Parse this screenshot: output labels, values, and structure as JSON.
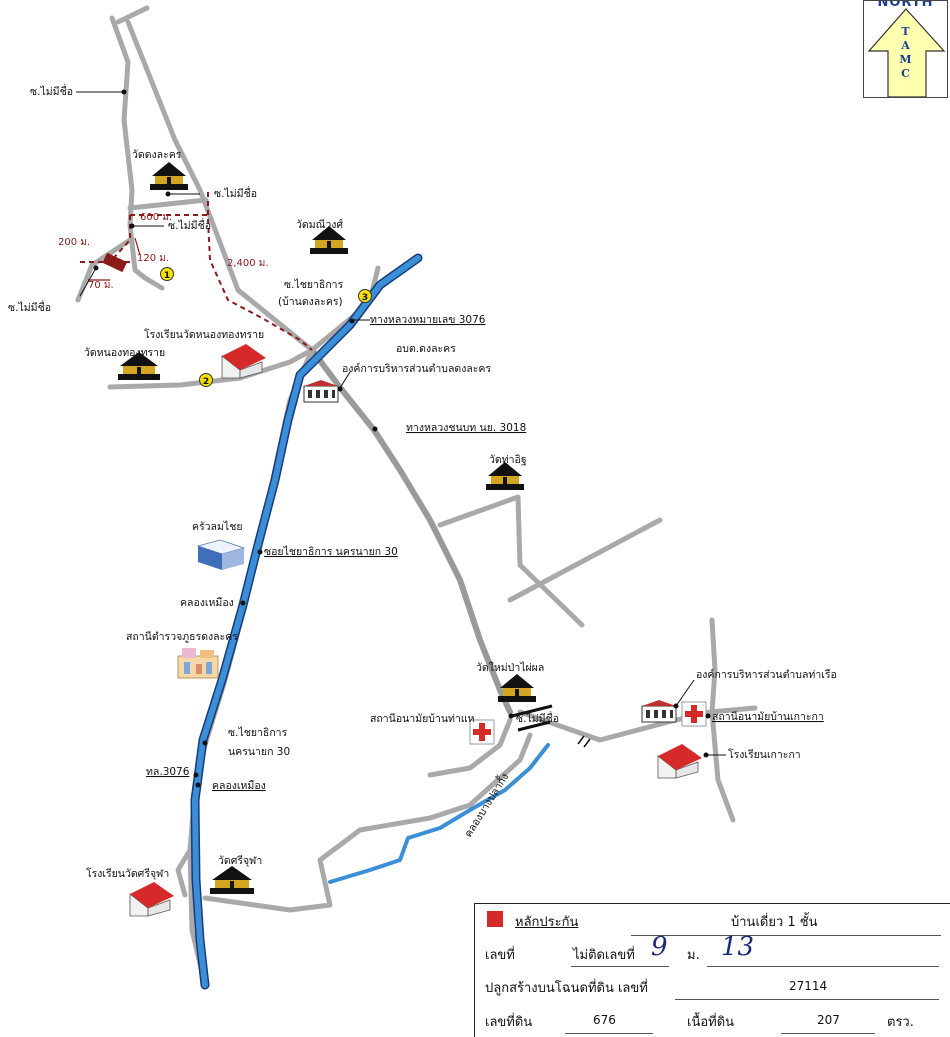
{
  "north_badge": {
    "text": "NORTH",
    "letters": [
      "T",
      "A",
      "M",
      "C"
    ]
  },
  "labels": {
    "soi_mai_mi_chue_top": "ซ.ไม่มีชื่อ",
    "wat_dong_lakhon": "วัดดงละคร",
    "soi_mai_mi_chue_2": "ซ.ไม่มีชื่อ",
    "soi_mai_mi_chue_3": "ซ.ไม่มีชื่อ",
    "soi_mai_mi_chue_left": "ซ.ไม่มีชื่อ",
    "wat_mani_wong": "วัดมณีวงศ์",
    "soi_chaiyathikan": "ซ.ไชยาธิการ",
    "ban_dong_lakhon": "(บ้านดงละคร)",
    "school_nong_thong_sai": "โรงเรียนวัดหนองทองทราย",
    "wat_nong_thong_sai": "วัดหนองทองทราย",
    "highway_3076": "ทางหลวงหมายเลข 3076",
    "obt_dong_lakhon": "อบต.ดงละคร",
    "obt_dong_lakhon_full": "องค์การบริหารส่วนตำบลดงละคร",
    "rural_road_3018": "ทางหลวงชนบท นย. 3018",
    "wat_tha_it": "วัดท่าอิฐ",
    "khrua_lom_chai": "ครัวลมไชย",
    "soi_chaiyathikan_ny30": "ซอยไชยาธิการ นครนายก 30",
    "khlong_muang": "คลองเหมือง",
    "police_station": "สถานีตำรวจภูธรดงละคร",
    "wat_mai_pa_phai": "วัดใหม่ป่าไผ่ผล",
    "soi_mai_mi_chue_right": "ซ.ไม่มีชื่อ",
    "health_ban_tha_hae": "สถานีอนามัยบ้านท่าแห",
    "obt_tha_ruea": "องค์การบริหารส่วนตำบลท่าเรือ",
    "health_ban_ko_ka": "สถานีอนามัยบ้านเกาะกา",
    "school_ko_ka": "โรงเรียนเกาะกา",
    "soi_chaiyathikan_b": "ซ.ไชยาธิการ",
    "nakhon_nayok_30": "นครนายก 30",
    "thl_3076": "ทล.3076",
    "khlong_muang_2": "คลองเหมือง",
    "khlong_canal": "คลองบางปลากั้ง",
    "wat_si_chuha": "วัดศรีจุฬา",
    "school_wat_si_chuha": "โรงเรียนวัดศรีจุฬา"
  },
  "distances": {
    "d600": "600 ม.",
    "d200": "200 ม.",
    "d120": "120 ม.",
    "d70": "70 ม.",
    "d2400": "2,400 ม."
  },
  "markers": [
    "1",
    "2",
    "3"
  ],
  "info_box": {
    "collateral_label": "หลักประกัน",
    "building_type": "บ้านเดี่ยว 1 ชั้น",
    "house_no_label": "เลขที่",
    "house_no_value": "ไม่ติดเลขที่",
    "house_no_hand": "9",
    "moo_label": "ม.",
    "moo_hand": "13",
    "deed_label": "ปลูกสร้างบนโฉนดที่ดิน เลขที่",
    "deed_value": "27114",
    "land_no_label": "เลขที่ดิน",
    "land_no_value": "676",
    "area_label": "เนื้อที่ดิน",
    "area_value": "207",
    "area_unit": "ตรว."
  },
  "colors": {
    "river": "#3a8fd6",
    "road": "#a9a9a9",
    "route": "#8b1a1a",
    "marker": "#f5e000",
    "collateral": "#d62a2a",
    "north_arrow": "#ffffb0"
  }
}
